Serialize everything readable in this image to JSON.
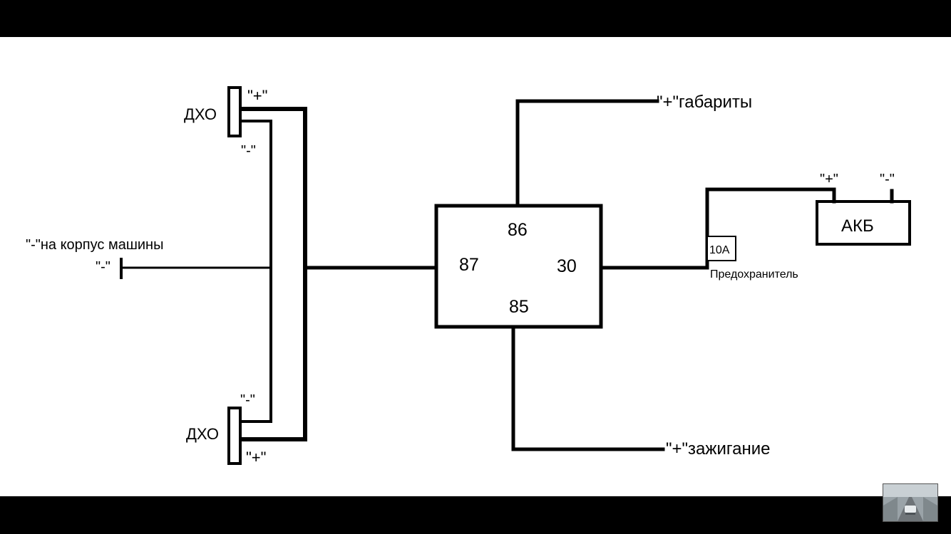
{
  "colors": {
    "background": "#000000",
    "canvas": "#ffffff",
    "ink": "#000000"
  },
  "drl_top": {
    "name": "ДХО",
    "plus": "\"+\"",
    "minus": "\"-\""
  },
  "drl_bottom": {
    "name": "ДХО",
    "plus": "\"+\"",
    "minus": "\"-\""
  },
  "ground": {
    "label": "\"-\"на корпус машины",
    "terminal": "\"-\""
  },
  "relay": {
    "pin_86": "86",
    "pin_87": "87",
    "pin_30": "30",
    "pin_85": "85"
  },
  "outputs": {
    "lights": "\"+\"габариты",
    "ignition": "\"+\"зажигание"
  },
  "fuse": {
    "rating": "10A",
    "label": "Предохранитель"
  },
  "battery": {
    "name": "АКБ",
    "plus": "\"+\"",
    "minus": "\"-\""
  }
}
